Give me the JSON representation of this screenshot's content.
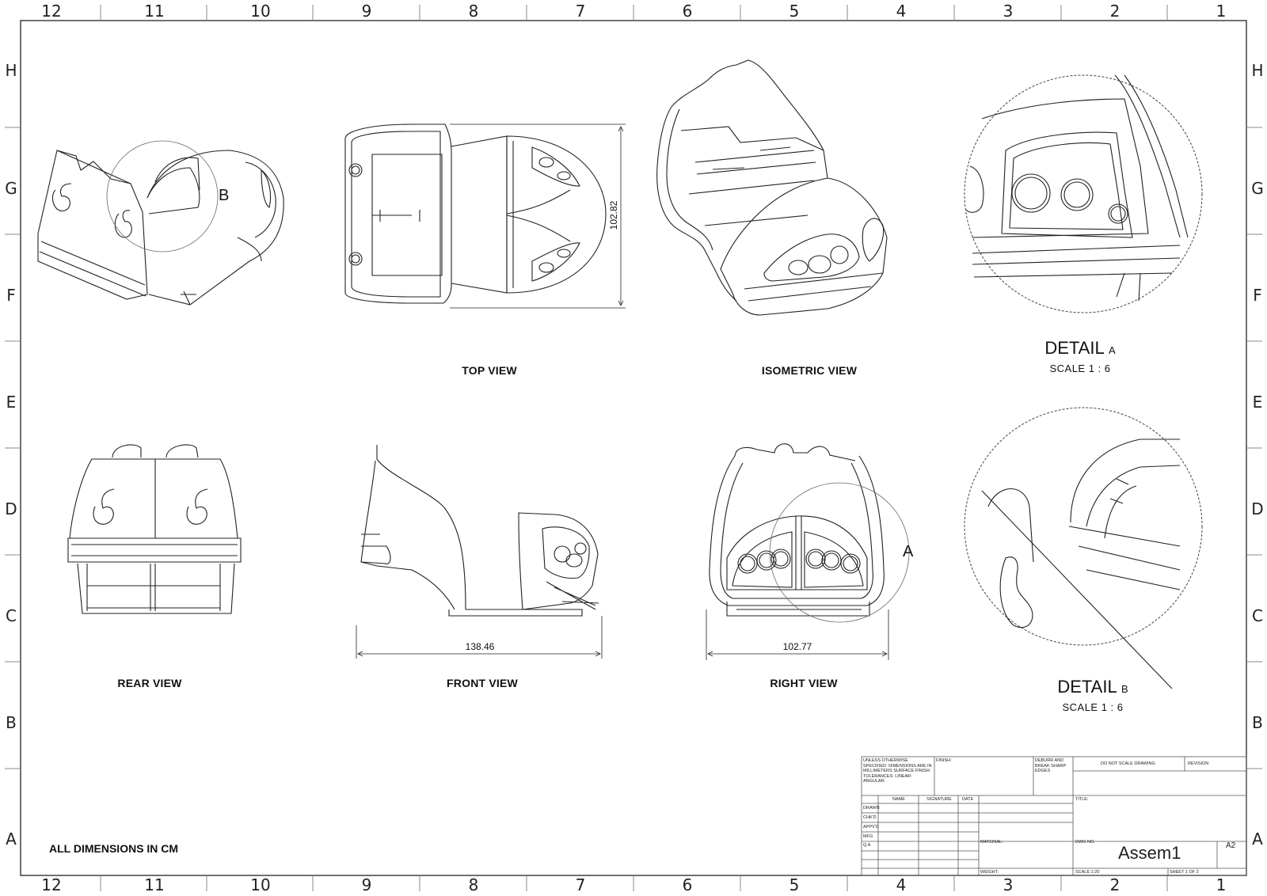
{
  "zones": {
    "columns": [
      "12",
      "11",
      "10",
      "9",
      "8",
      "7",
      "6",
      "5",
      "4",
      "3",
      "2",
      "1"
    ],
    "rows": [
      "H",
      "G",
      "F",
      "E",
      "D",
      "C",
      "B",
      "A"
    ]
  },
  "views": {
    "top": "TOP VIEW",
    "isometric": "ISOMETRIC VIEW",
    "rear": "REAR VIEW",
    "front": "FRONT VIEW",
    "right": "RIGHT VIEW"
  },
  "details": {
    "a": {
      "title": "DETAIL",
      "letter": "A",
      "scale": "SCALE 1 : 6"
    },
    "b": {
      "title": "DETAIL",
      "letter": "B",
      "scale": "SCALE 1 : 6"
    }
  },
  "callouts": {
    "a": "A",
    "b": "B"
  },
  "dimensions": {
    "top_height": "102.82",
    "front_width": "138.46",
    "right_width": "102.77"
  },
  "note": "ALL DIMENSIONS IN CM",
  "title_block": {
    "spec_text": "UNLESS OTHERWISE SPECIFIED: DIMENSIONS ARE IN MILLIMETERS SURFACE FINISH: TOLERANCES: LINEAR: ANGULAR:",
    "finish": "FINISH:",
    "deburr": "DEBURR AND BREAK SHARP EDGES",
    "do_not_scale": "DO NOT SCALE DRAWING",
    "revision": "REVISION",
    "col_name": "NAME",
    "col_signature": "SIGNATURE",
    "col_date": "DATE",
    "rows": [
      "DRAWN",
      "CHK'D",
      "APPV'D",
      "MFG",
      "Q.A"
    ],
    "title": "TITLE:",
    "material": "MATERIAL:",
    "dwg_no": "DWG NO.",
    "dwg_name": "Assem1",
    "size": "A2",
    "weight": "WEIGHT:",
    "scale": "SCALE:1:20",
    "sheet": "SHEET 1 OF 2"
  }
}
